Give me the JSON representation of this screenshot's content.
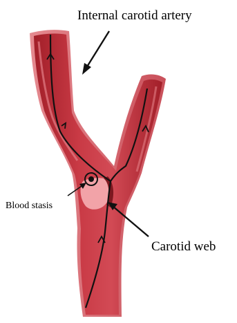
{
  "labels": {
    "internal_carotid_artery": "Internal carotid artery",
    "blood_stasis": "Blood stasis",
    "carotid_web": "Carotid web"
  },
  "colors": {
    "vessel_dark": "#b0242e",
    "vessel_mid": "#c93a45",
    "vessel_light": "#e07880",
    "stasis_pocket": "#f2a3a8",
    "flow_line": "#111111"
  },
  "icons": {
    "flow_arrow": "chevron-up-icon"
  }
}
